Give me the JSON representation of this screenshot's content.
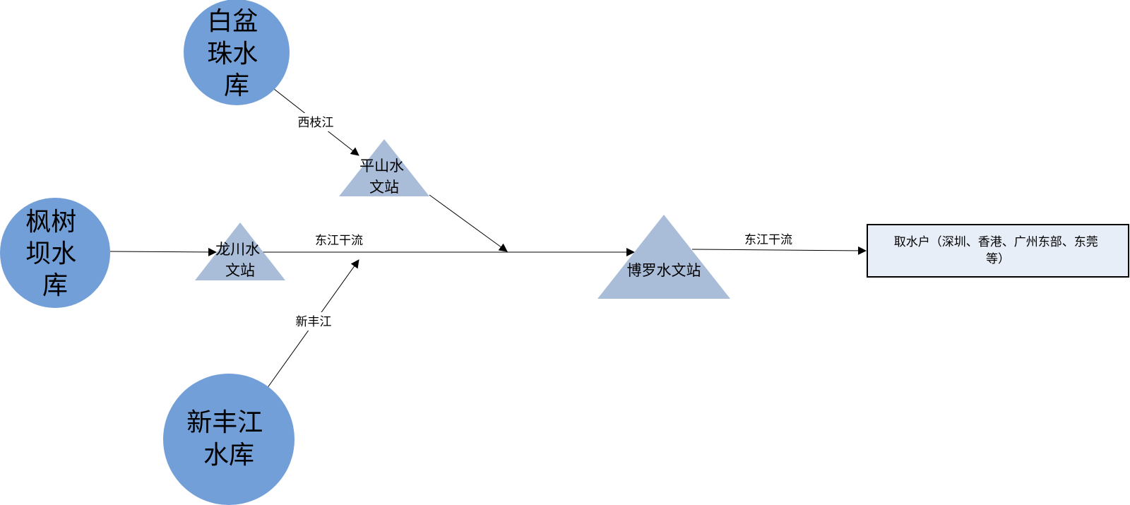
{
  "reservoirs": {
    "baipenzhu": [
      "白盆",
      "珠水",
      "库"
    ],
    "fengshuba": [
      "枫树",
      "坝水",
      "库"
    ],
    "xinfengjiang": [
      "新丰江",
      "水库"
    ]
  },
  "stations": {
    "pingshan": [
      "平山水",
      "文站"
    ],
    "longchuan": [
      "龙川水",
      "文站"
    ],
    "boluo": [
      "博罗水文站"
    ]
  },
  "edges": {
    "xizhijiang": "西枝江",
    "dongjiang_main_1": "东江干流",
    "xinfengjiang": "新丰江",
    "dongjiang_main_2": "东江干流"
  },
  "consumer_box": {
    "lines": [
      "取水户（深圳、香港、广州东部、东莞",
      "等）"
    ]
  },
  "colors": {
    "reservoir_fill": "#739fd9",
    "station_fill": "#a9bcd8",
    "box_fill": "#e8eef8"
  }
}
